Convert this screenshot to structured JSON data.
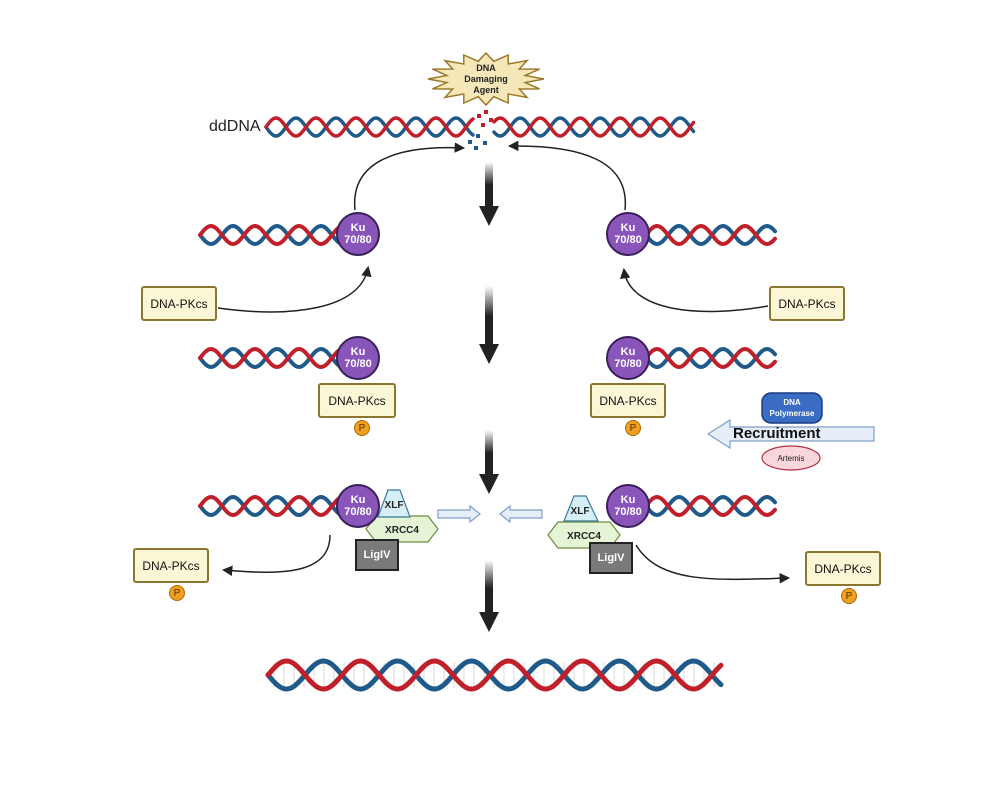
{
  "labels": {
    "dddna": "ddDNA",
    "damaging_agent": [
      "DNA",
      "Damaging",
      "Agent"
    ],
    "ku": [
      "Ku",
      "70/80"
    ],
    "dna_pkcs": "DNA-PKcs",
    "phospho": "P",
    "dna_polymerase": [
      "DNA",
      "Polymerase"
    ],
    "recruitment": "Recruitment",
    "artemis": "Artemis",
    "xlf": "XLF",
    "xrcc4": "XRCC4",
    "ligiv": "LigIV"
  },
  "colors": {
    "strand_red": "#c0202a",
    "strand_blue": "#1f5a8a",
    "ku_fill": "#8a55b8",
    "pkcs_fill": "#fbf6d6",
    "pkcs_border": "#8a7630",
    "phospho_fill": "#f0a020",
    "xlf_fill": "#d6eef6",
    "xrcc4_fill": "#e6f4d6",
    "ligiv_fill": "#7a7a7a",
    "polymerase_fill": "#3a6cc4",
    "artemis_fill": "#f9d6dc",
    "recruitment_fill": "#e6eef9",
    "arrow": "#222222"
  }
}
